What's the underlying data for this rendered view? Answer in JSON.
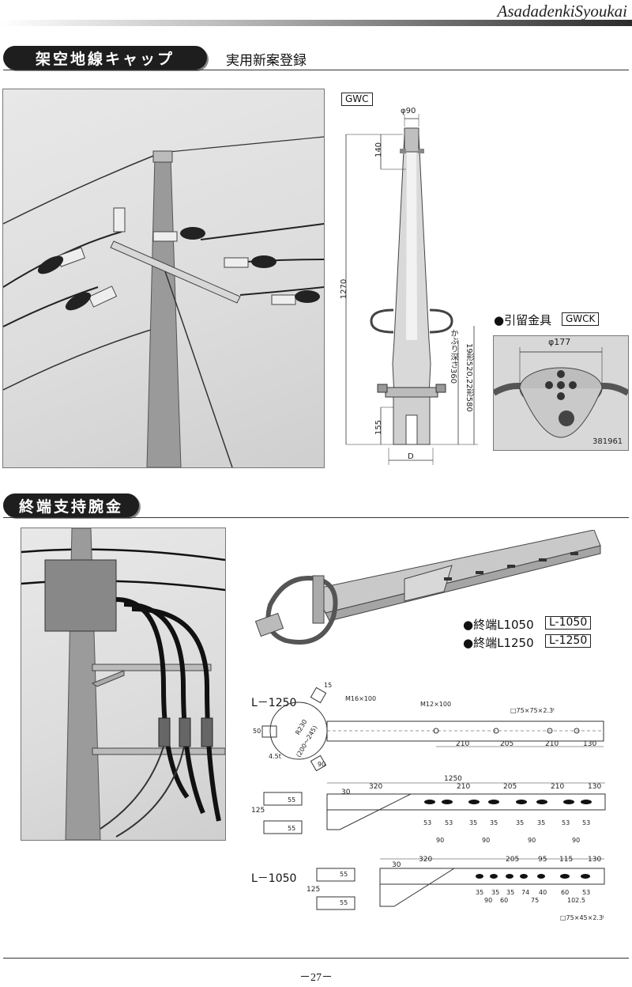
{
  "header": {
    "brand": "AsadadenkiSyoukai"
  },
  "section1": {
    "title": "架空地線キャップ",
    "subtitle": "実用新案登録",
    "model_tag": "GWC",
    "dims": {
      "top_dia": "φ90",
      "d140": "140",
      "d1270": "1270",
      "d155": "155",
      "d_label": "D",
      "cover_depth": "かぶり深さ360",
      "shape_note": "19形520,22形580"
    },
    "fitting": {
      "label": "●引留金具",
      "tag": "GWCK",
      "dia": "φ177",
      "code": "381961"
    }
  },
  "section2": {
    "title": "終端支持腕金",
    "products": [
      {
        "label": "●終端L1050",
        "tag": "L-1050"
      },
      {
        "label": "●終端L1250",
        "tag": "L-1250"
      }
    ],
    "drawing_top": {
      "name": "L－1250",
      "m16": "M16×100",
      "m12": "M12×100",
      "tube": "□75×75×2.3ᵗ",
      "d15": "15",
      "r230": "R230",
      "range": "(200～245)",
      "t45": "4.5t",
      "d50": "50",
      "d90": "90",
      "dims": [
        "210",
        "205",
        "210",
        "130"
      ]
    },
    "drawing_mid": {
      "d30": "30",
      "d320": "320",
      "d1250": "1250",
      "d125": "125",
      "d55a": "55",
      "d55b": "55",
      "dims_top": [
        "210",
        "205",
        "210",
        "130"
      ],
      "dims_holes": [
        "53",
        "53",
        "35",
        "35",
        "35",
        "35",
        "53",
        "53"
      ],
      "dims_bottom": [
        "90",
        "90",
        "90",
        "90"
      ]
    },
    "drawing_bottom": {
      "name": "L－1050",
      "d30": "30",
      "d320": "320",
      "dims_top": [
        "205",
        "95",
        "115",
        "130"
      ],
      "d125": "125",
      "d55a": "55",
      "d55b": "55",
      "dims_holes": [
        "35",
        "35",
        "35",
        "74",
        "40",
        "60",
        "53"
      ],
      "dims_bottom": [
        "90",
        "60",
        "75",
        "102.5"
      ],
      "tube": "□75×45×2.3ᵗ"
    }
  },
  "footer": {
    "page": "－27－"
  }
}
